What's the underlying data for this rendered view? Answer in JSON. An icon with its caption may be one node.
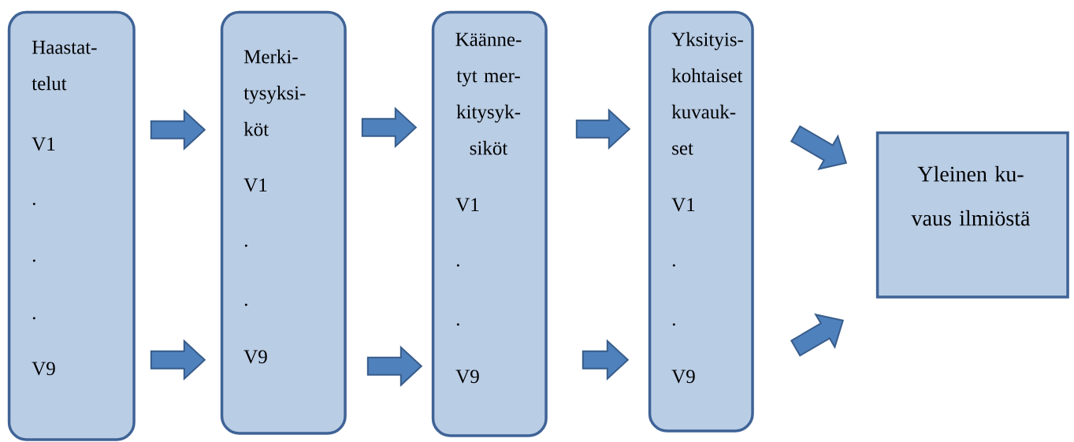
{
  "diagram": {
    "nodes": [
      {
        "text": [
          "Haastat- telut",
          "V1",
          ".",
          ".",
          ".",
          "V9"
        ]
      },
      {
        "text": [
          "Merki- tysyksi- köt",
          "V1",
          ".",
          ".",
          "V9"
        ]
      },
      {
        "text": [
          "Käänne- tyt mer- kitysyk- siköt",
          "V1",
          ".",
          ".",
          "V9"
        ]
      },
      {
        "text": [
          "Yksityis- kohtaiset kuvauk- set",
          "V1",
          ".",
          ".",
          "V9"
        ]
      },
      {
        "text": [
          "Yleinen ku- vaus ilmiöstä"
        ]
      }
    ],
    "edges": [
      {
        "from": 0,
        "to": 1,
        "arrow": "to"
      },
      {
        "from": 0,
        "to": 1,
        "arrow": "to"
      },
      {
        "from": 1,
        "to": 2,
        "arrow": "to"
      },
      {
        "from": 1,
        "to": 2,
        "arrow": "to"
      },
      {
        "from": 2,
        "to": 3,
        "arrow": "to"
      },
      {
        "from": 2,
        "to": 3,
        "arrow": "to"
      },
      {
        "from": 3,
        "to": 4,
        "arrow": "to"
      },
      {
        "from": 3,
        "to": 4,
        "arrow": "to"
      }
    ]
  }
}
